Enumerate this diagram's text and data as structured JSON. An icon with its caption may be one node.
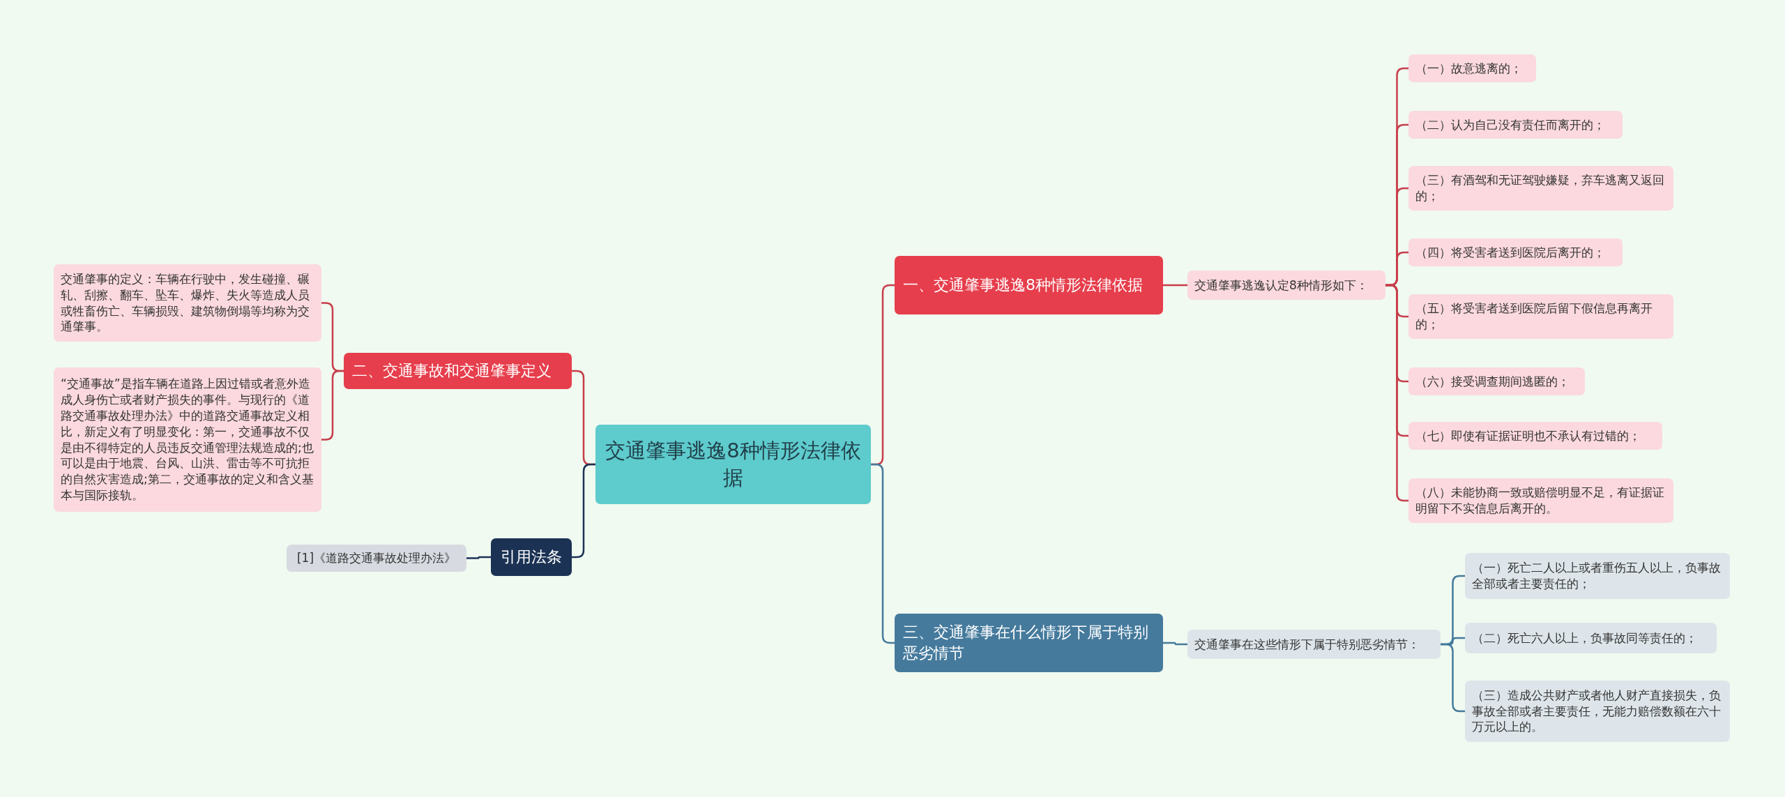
{
  "diagram": {
    "nodes": [
      {
        "text": [
          "交通肇事逃逸8种情形法律依据"
        ]
      },
      {
        "text": [
          "一、交通肇事逃逸8种情形法律依据"
        ]
      },
      {
        "text": [
          "交通肇事逃逸认定8种情形如下："
        ]
      },
      {
        "text": [
          "（一）故意逃离的；"
        ]
      },
      {
        "text": [
          "（二）认为自己没有责任而离开的；"
        ]
      },
      {
        "text": [
          "（三）有酒驾和无证驾驶嫌疑，弃车逃离又返回的；"
        ]
      },
      {
        "text": [
          "（四）将受害者送到医院后离开的；"
        ]
      },
      {
        "text": [
          "（五）将受害者送到医院后留下假信息再离开的；"
        ]
      },
      {
        "text": [
          "（六）接受调查期间逃匿的；"
        ]
      },
      {
        "text": [
          "（七）即使有证据证明也不承认有过错的；"
        ]
      },
      {
        "text": [
          "（八）未能协商一致或赔偿明显不足，有证据证明留下不实信息后离开的。"
        ]
      },
      {
        "text": [
          "三、交通肇事在什么情形下属于特别恶劣情节"
        ]
      },
      {
        "text": [
          "交通肇事在这些情形下属于特别恶劣情节："
        ]
      },
      {
        "text": [
          "（一）死亡二人以上或者重伤五人以上，负事故全部或者主要责任的；"
        ]
      },
      {
        "text": [
          "（二）死亡六人以上，负事故同等责任的；"
        ]
      },
      {
        "text": [
          "（三）造成公共财产或者他人财产直接损失，负事故全部或者主要责任，无能力赔偿数额在六十万元以上的。"
        ]
      },
      {
        "text": [
          "二、交通事故和交通肇事定义"
        ]
      },
      {
        "text": [
          "交通肇事的定义：车辆在行驶中，发生碰撞、碾轧、刮擦、翻车、坠车、爆炸、失火等造成人员或牲畜伤亡、车辆损毁、建筑物倒塌等均称为交通肇事。"
        ]
      },
      {
        "text": [
          "“交通事故”是指车辆在道路上因过错或者意外造成人身伤亡或者财产损失的事件。与现行的《道路交通事故处理办法》中的道路交通事故定义相比，新定义有了明显变化：第一，交通事故不仅是由不得特定的人员违反交通管理法规造成的;也可以是由于地震、台风、山洪、雷击等不可抗拒的自然灾害造成;第二，交通事故的定义和含义基本与国际接轨。"
        ]
      },
      {
        "text": [
          "引用法条"
        ]
      },
      {
        "text": [
          "[1]《道路交通事故处理办法》"
        ]
      }
    ],
    "edges": [
      {
        "from": 0,
        "to": 1,
        "arrow": "none"
      },
      {
        "from": 1,
        "to": 2,
        "arrow": "none"
      },
      {
        "from": 2,
        "to": 3,
        "arrow": "none"
      },
      {
        "from": 2,
        "to": 4,
        "arrow": "none"
      },
      {
        "from": 2,
        "to": 5,
        "arrow": "none"
      },
      {
        "from": 2,
        "to": 6,
        "arrow": "none"
      },
      {
        "from": 2,
        "to": 7,
        "arrow": "none"
      },
      {
        "from": 2,
        "to": 8,
        "arrow": "none"
      },
      {
        "from": 2,
        "to": 9,
        "arrow": "none"
      },
      {
        "from": 2,
        "to": 10,
        "arrow": "none"
      },
      {
        "from": 0,
        "to": 11,
        "arrow": "none",
        "color": "#457a9c"
      },
      {
        "from": 11,
        "to": 12,
        "arrow": "none",
        "color": "#457a9c"
      },
      {
        "from": 12,
        "to": 13,
        "arrow": "none",
        "color": "#457a9c"
      },
      {
        "from": 12,
        "to": 14,
        "arrow": "none",
        "color": "#457a9c"
      },
      {
        "from": 12,
        "to": 15,
        "arrow": "none",
        "color": "#457a9c"
      },
      {
        "from": 0,
        "to": 16,
        "arrow": "none"
      },
      {
        "from": 16,
        "to": 17,
        "arrow": "none"
      },
      {
        "from": 16,
        "to": 18,
        "arrow": "none"
      },
      {
        "from": 0,
        "to": 19,
        "arrow": "none",
        "color": "#1b3254"
      },
      {
        "from": 19,
        "to": 20,
        "arrow": "none",
        "color": "#1b3254"
      }
    ]
  }
}
